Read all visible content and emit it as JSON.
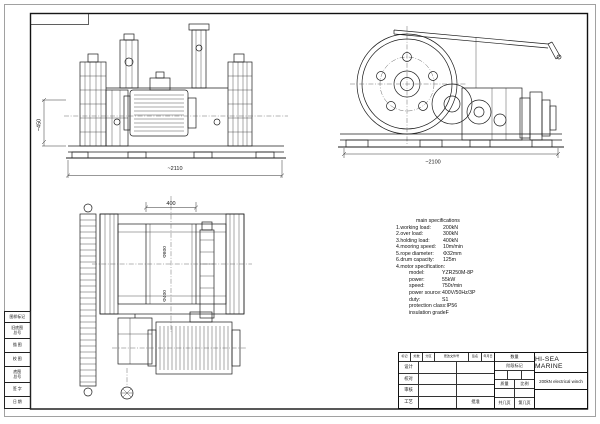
{
  "sheet": {
    "company": "HI-SEA MARINE",
    "drawing_title": "200kN electrical winch"
  },
  "specs": {
    "title": "main specifications",
    "items": [
      {
        "label": "1.working load:",
        "value": "200kN"
      },
      {
        "label": "2.over load:",
        "value": "300kN"
      },
      {
        "label": "3.holding load:",
        "value": "400kN"
      },
      {
        "label": "4.mooring speed:",
        "value": "10m/min"
      },
      {
        "label": "5.rope diameter:",
        "value": "Φ32mm"
      },
      {
        "label": "6.drum capacity:",
        "value": "125m"
      },
      {
        "label": "4.motor specification:",
        "value": ""
      },
      {
        "label": "model:",
        "value": "YZR250M-8P"
      },
      {
        "label": "power:",
        "value": "55kW"
      },
      {
        "label": "speed:",
        "value": "750r/min"
      },
      {
        "label": "power source:",
        "value": "400V/50Hz/3P"
      },
      {
        "label": "duty:",
        "value": "S1"
      },
      {
        "label": "protection class:",
        "value": "IP56"
      },
      {
        "label": "insulation grade",
        "value": "F"
      }
    ]
  },
  "dimensions": {
    "side_length": "~2110",
    "side_height": "~450",
    "end_length": "~2100",
    "drum_width": "400",
    "flange_dia": "Φ800",
    "barrel_dia": "Φ400"
  },
  "title_block": {
    "rev_header": [
      "标记",
      "处数",
      "分区",
      "更改文件号",
      "签名",
      "年月日"
    ],
    "sign_rows": [
      "设计",
      "校对",
      "审核",
      "工艺"
    ],
    "approve_label": "批准",
    "qty_label": "数量",
    "stage_label": "阶段标记",
    "mass_label": "质量",
    "scale_label": "比例",
    "page_total": "共几页",
    "page_no": "第几页"
  },
  "margin_labels": [
    "图样标记",
    "旧底图\n总号",
    "描 图",
    "校 图",
    "底图\n总号",
    "签 字",
    "日 期"
  ]
}
